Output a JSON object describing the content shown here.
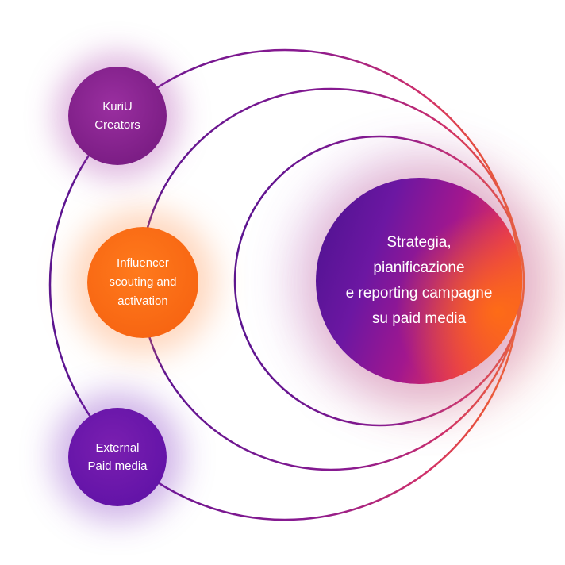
{
  "nodes": {
    "kuriu": {
      "line1": "KuriU",
      "line2": "Creators"
    },
    "influencer": {
      "line1": "Influencer",
      "line2": "scouting and",
      "line3": "activation"
    },
    "external": {
      "line1": "External",
      "line2": "Paid media"
    },
    "main": {
      "line1": "Strategia,",
      "line2": "pianificazione",
      "line3": "e reporting campagne",
      "line4": "su paid media"
    }
  },
  "colors": {
    "purple": "#5a1490",
    "magenta": "#a01a8a",
    "orange": "#ff6a14",
    "orange_node": "#f76512",
    "purple_node": "#7d1e86",
    "violet_node": "#6414a8"
  }
}
